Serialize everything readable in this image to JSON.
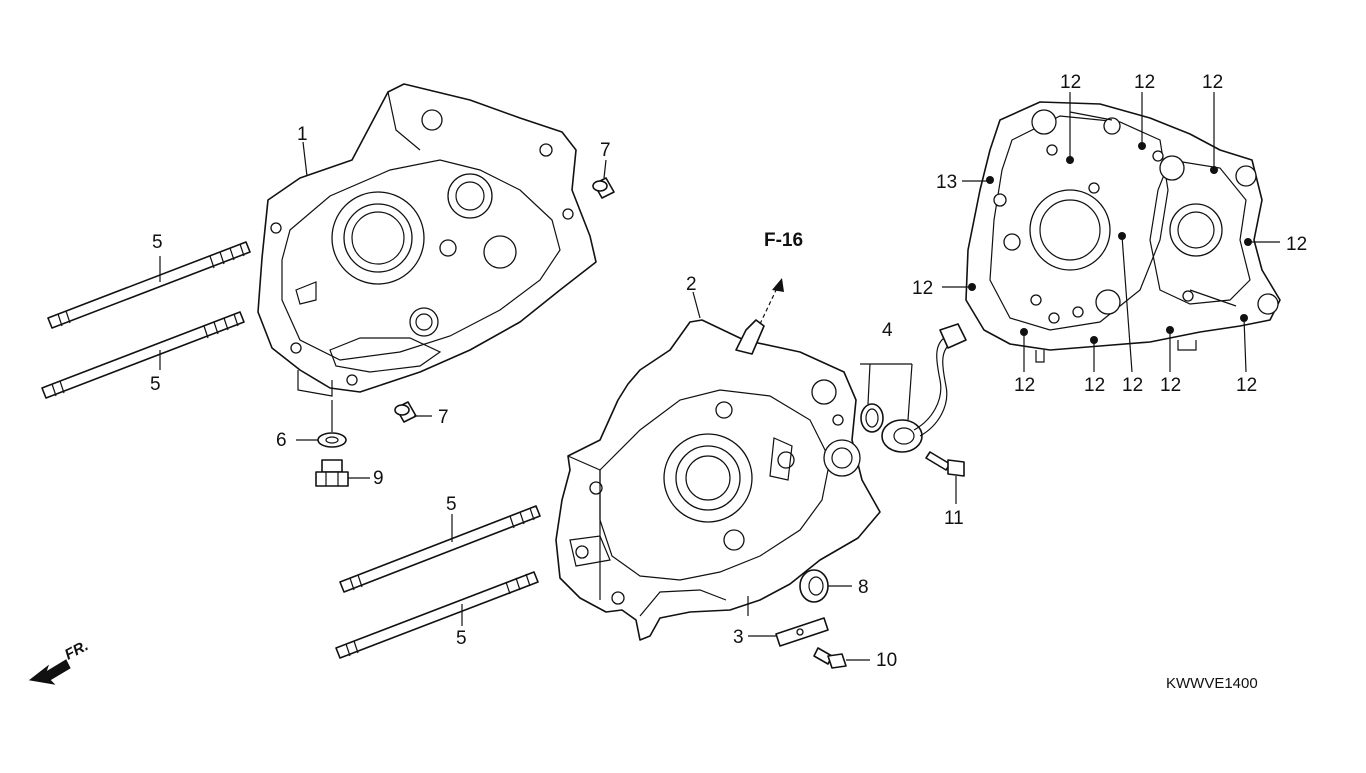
{
  "diagram": {
    "reference_label": "F-16",
    "drawing_code": "KWWVE1400",
    "front_indicator": "FR.",
    "callouts": {
      "c1": "1",
      "c2": "2",
      "c3": "3",
      "c4": "4",
      "c5a": "5",
      "c5b": "5",
      "c5c": "5",
      "c5d": "5",
      "c6": "6",
      "c7a": "7",
      "c7b": "7",
      "c8": "8",
      "c9": "9",
      "c10": "10",
      "c11": "11",
      "c12a": "12",
      "c12b": "12",
      "c12c": "12",
      "c12d": "12",
      "c12e": "12",
      "c12f": "12",
      "c12g": "12",
      "c12h": "12",
      "c12i": "12",
      "c12j": "12",
      "c13": "13"
    }
  }
}
